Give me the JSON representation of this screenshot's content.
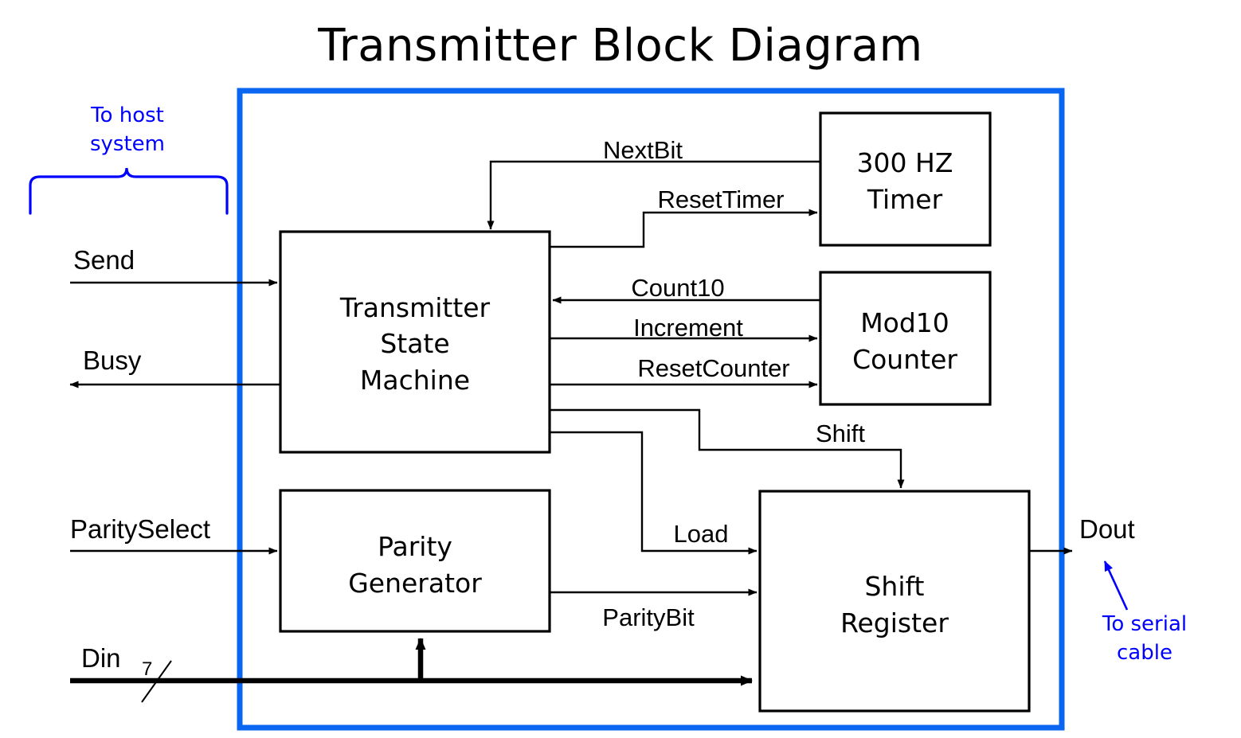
{
  "title": "Transmitter Block Diagram",
  "colors": {
    "boundary": "#0a66f0",
    "annotation": "#0000ff",
    "wire": "#000000",
    "block_fill": "#ffffff"
  },
  "blocks": [
    {
      "id": "state_machine",
      "label_lines": [
        "Transmitter",
        "State",
        "Machine"
      ]
    },
    {
      "id": "timer",
      "label_lines": [
        "300 HZ",
        "Timer"
      ]
    },
    {
      "id": "counter",
      "label_lines": [
        "Mod10",
        "Counter"
      ]
    },
    {
      "id": "parity_gen",
      "label_lines": [
        "Parity",
        "Generator"
      ]
    },
    {
      "id": "shift_reg",
      "label_lines": [
        "Shift",
        "Register"
      ]
    }
  ],
  "block_labels": {
    "state_machine_1": "Transmitter",
    "state_machine_2": "State",
    "state_machine_3": "Machine",
    "timer_1": "300 HZ",
    "timer_2": "Timer",
    "counter_1": "Mod10",
    "counter_2": "Counter",
    "parity_1": "Parity",
    "parity_2": "Generator",
    "shift_1": "Shift",
    "shift_2": "Register"
  },
  "external_ports": [
    {
      "id": "send",
      "label": "Send",
      "direction": "in"
    },
    {
      "id": "busy",
      "label": "Busy",
      "direction": "out"
    },
    {
      "id": "parityselect",
      "label": "ParitySelect",
      "direction": "in"
    },
    {
      "id": "din",
      "label": "Din",
      "direction": "in",
      "width": "7",
      "bus": true
    },
    {
      "id": "dout",
      "label": "Dout",
      "direction": "out"
    }
  ],
  "port_labels": {
    "send": "Send",
    "busy": "Busy",
    "parityselect": "ParitySelect",
    "din": "Din",
    "din_width": "7",
    "dout": "Dout"
  },
  "internal_signals": [
    {
      "id": "nextbit",
      "label": "NextBit",
      "from": "timer",
      "to": "state_machine"
    },
    {
      "id": "resettimer",
      "label": "ResetTimer",
      "from": "state_machine",
      "to": "timer"
    },
    {
      "id": "count10",
      "label": "Count10",
      "from": "counter",
      "to": "state_machine"
    },
    {
      "id": "increment",
      "label": "Increment",
      "from": "state_machine",
      "to": "counter"
    },
    {
      "id": "resetcounter",
      "label": "ResetCounter",
      "from": "state_machine",
      "to": "counter"
    },
    {
      "id": "shift",
      "label": "Shift",
      "from": "state_machine",
      "to": "shift_reg"
    },
    {
      "id": "load",
      "label": "Load",
      "from": "state_machine",
      "to": "shift_reg"
    },
    {
      "id": "paritybit",
      "label": "ParityBit",
      "from": "parity_gen",
      "to": "shift_reg"
    }
  ],
  "signal_labels": {
    "nextbit": "NextBit",
    "resettimer": "ResetTimer",
    "count10": "Count10",
    "increment": "Increment",
    "resetcounter": "ResetCounter",
    "shift": "Shift",
    "load": "Load",
    "paritybit": "ParityBit"
  },
  "annotations": {
    "host_line1": "To host",
    "host_line2": "system",
    "serial_line1": "To serial",
    "serial_line2": "cable"
  }
}
